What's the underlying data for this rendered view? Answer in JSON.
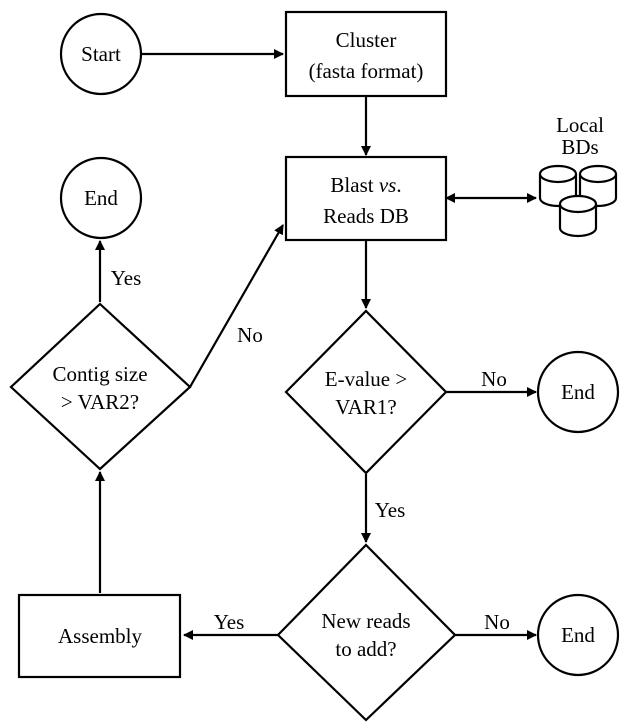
{
  "nodes": {
    "start": {
      "label": "Start"
    },
    "cluster": {
      "line1": "Cluster",
      "line2": "(fasta format)"
    },
    "blast": {
      "line1_a": "Blast ",
      "line1_b": "vs",
      "line1_c": ".",
      "line2": "Reads DB"
    },
    "local_dbs": {
      "line1": "Local",
      "line2": "BDs"
    },
    "evalue": {
      "line1": "E-value >",
      "line2": "VAR1?"
    },
    "new_reads": {
      "line1": "New reads",
      "line2": "to add?"
    },
    "assembly": {
      "label": "Assembly"
    },
    "contig": {
      "line1": "Contig size",
      "line2": "> VAR2?"
    },
    "end_top": {
      "label": "End"
    },
    "end_right_mid": {
      "label": "End"
    },
    "end_right_bottom": {
      "label": "End"
    }
  },
  "edges": {
    "evalue_no": "No",
    "evalue_yes": "Yes",
    "newreads_no": "No",
    "newreads_yes": "Yes",
    "contig_yes": "Yes",
    "contig_no": "No"
  }
}
